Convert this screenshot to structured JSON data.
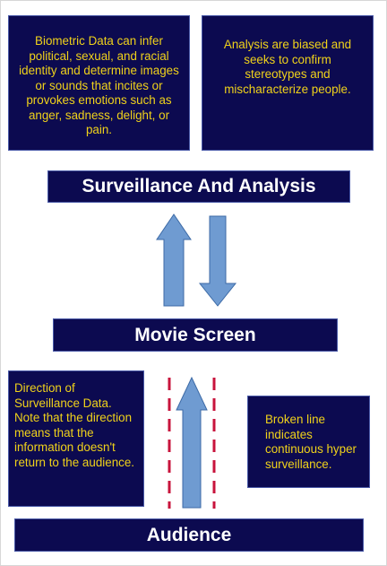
{
  "boxes": {
    "biometric": "Biometric Data can infer political, sexual, and racial identity and determine images or sounds that incites or provokes emotions such as anger, sadness, delight, or pain.",
    "analysis": "Analysis are biased and seeks to confirm stereotypes and mischaracterize people.",
    "direction": "Direction of Surveillance Data. Note that the direction means that the information doesn't return to the audience.",
    "broken_line": "Broken line indicates continuous hyper surveillance."
  },
  "labels": {
    "surveillance": "Surveillance And Analysis",
    "movie_screen": "Movie Screen",
    "audience": "Audience"
  },
  "colors": {
    "box_fill": "#0c0a50",
    "box_text": "#f0d21a",
    "title_text": "#ffffff",
    "arrow_fill": "#6f9bd1",
    "arrow_stroke": "#3c6aa6",
    "dashed_line": "#c8143c"
  }
}
